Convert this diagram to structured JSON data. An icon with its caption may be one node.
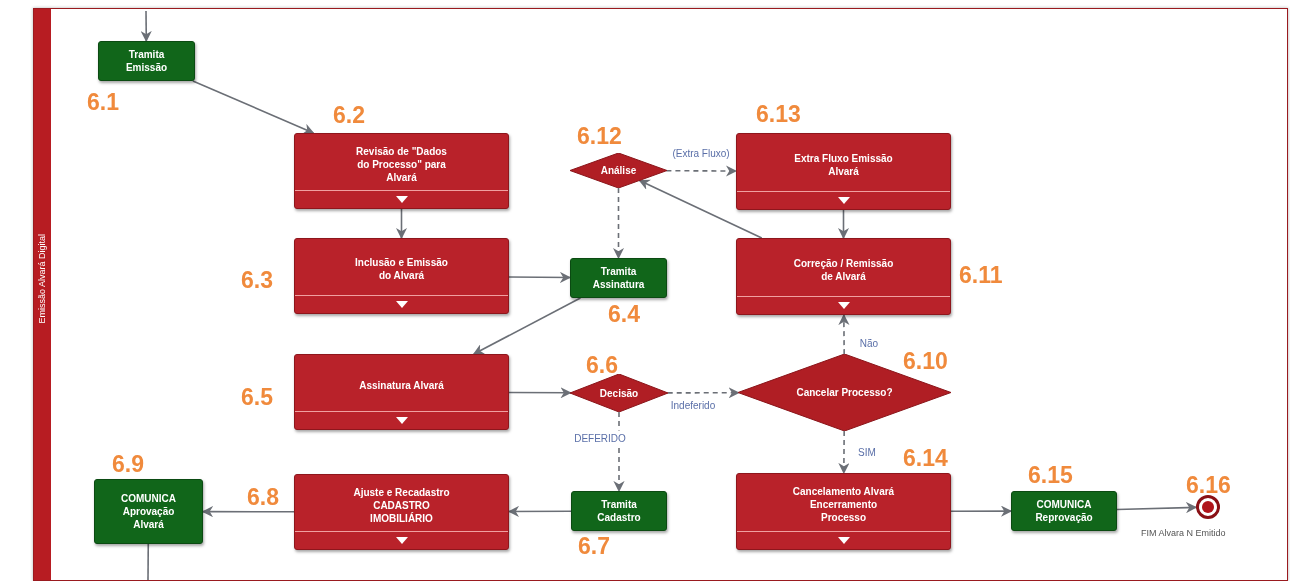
{
  "diagram": {
    "nodes": [
      {
        "text": [
          "Emissão Alvará Digital"
        ]
      },
      {
        "text": [
          "Tramita Emissão"
        ],
        "in": 0,
        "beside": [
          "6.1"
        ]
      },
      {
        "text": [
          "Revisão de \"Dados do Processo\" para Alvará"
        ],
        "in": 0,
        "beside": [
          "6.2"
        ]
      },
      {
        "text": [
          "Inclusão e Emissão do Alvará"
        ],
        "in": 0,
        "beside": [
          "6.3"
        ]
      },
      {
        "text": [
          "Tramita Assinatura"
        ],
        "in": 0,
        "beside": [
          "6.4"
        ]
      },
      {
        "text": [
          "Assinatura Alvará"
        ],
        "in": 0,
        "beside": [
          "6.5"
        ]
      },
      {
        "text": [
          "Decisão"
        ],
        "in": 0,
        "beside": [
          "6.6"
        ]
      },
      {
        "text": [
          "Tramita Cadastro"
        ],
        "in": 0,
        "beside": [
          "6.7"
        ]
      },
      {
        "text": [
          "Ajuste e Recadastro CADASTRO IMOBILIÁRIO"
        ],
        "in": 0,
        "beside": [
          "6.8"
        ]
      },
      {
        "text": [
          "COMUNICA Aprovação Alvará"
        ],
        "in": 0,
        "beside": [
          "6.9"
        ]
      },
      {
        "text": [
          "Cancelar Processo?"
        ],
        "in": 0,
        "beside": [
          "6.10"
        ]
      },
      {
        "text": [
          "Correção / Remissão de Alvará"
        ],
        "in": 0,
        "beside": [
          "6.11"
        ]
      },
      {
        "text": [
          "Análise"
        ],
        "in": 0,
        "beside": [
          "6.12"
        ]
      },
      {
        "text": [
          "Extra Fluxo Emissão Alvará"
        ],
        "in": 0,
        "beside": [
          "6.13"
        ]
      },
      {
        "text": [
          "Cancelamento Alvará Encerramento Processo"
        ],
        "in": 0,
        "beside": [
          "6.14"
        ]
      },
      {
        "text": [
          "COMUNICA Reprovação"
        ],
        "in": 0,
        "beside": [
          "6.15"
        ]
      },
      {
        "text": [],
        "shape": "circle",
        "in": 0,
        "beside": [
          "6.16",
          "FIM Alvara N Emitido"
        ]
      }
    ],
    "edges": [
      {
        "from": null,
        "to": 1,
        "arrow": "to"
      },
      {
        "from": 1,
        "to": 2,
        "arrow": "to"
      },
      {
        "from": 2,
        "to": 3,
        "arrow": "to"
      },
      {
        "from": 3,
        "to": 4,
        "arrow": "to"
      },
      {
        "from": 4,
        "to": 5,
        "arrow": "to"
      },
      {
        "from": 5,
        "to": 6,
        "arrow": "to"
      },
      {
        "from": 6,
        "to": 10,
        "arrow": "to",
        "label": "Indeferido",
        "style": "dashed"
      },
      {
        "from": 6,
        "to": 7,
        "arrow": "to",
        "label": "DEFERIDO",
        "style": "dashed"
      },
      {
        "from": 7,
        "to": 8,
        "arrow": "to"
      },
      {
        "from": 8,
        "to": 9,
        "arrow": "to"
      },
      {
        "from": 9,
        "to": null,
        "arrow": "none"
      },
      {
        "from": 10,
        "to": 11,
        "arrow": "to",
        "label": "Não",
        "style": "dashed"
      },
      {
        "from": 10,
        "to": 14,
        "arrow": "to",
        "label": "SIM",
        "style": "dashed"
      },
      {
        "from": 11,
        "to": 12,
        "arrow": "to"
      },
      {
        "from": 12,
        "to": 13,
        "arrow": "to",
        "label": "(Extra Fluxo)",
        "style": "dashed"
      },
      {
        "from": 13,
        "to": 11,
        "arrow": "to"
      },
      {
        "from": 12,
        "to": 4,
        "arrow": "to",
        "style": "dashed"
      },
      {
        "from": 14,
        "to": 15,
        "arrow": "to"
      },
      {
        "from": 15,
        "to": 16,
        "arrow": "to"
      }
    ]
  }
}
